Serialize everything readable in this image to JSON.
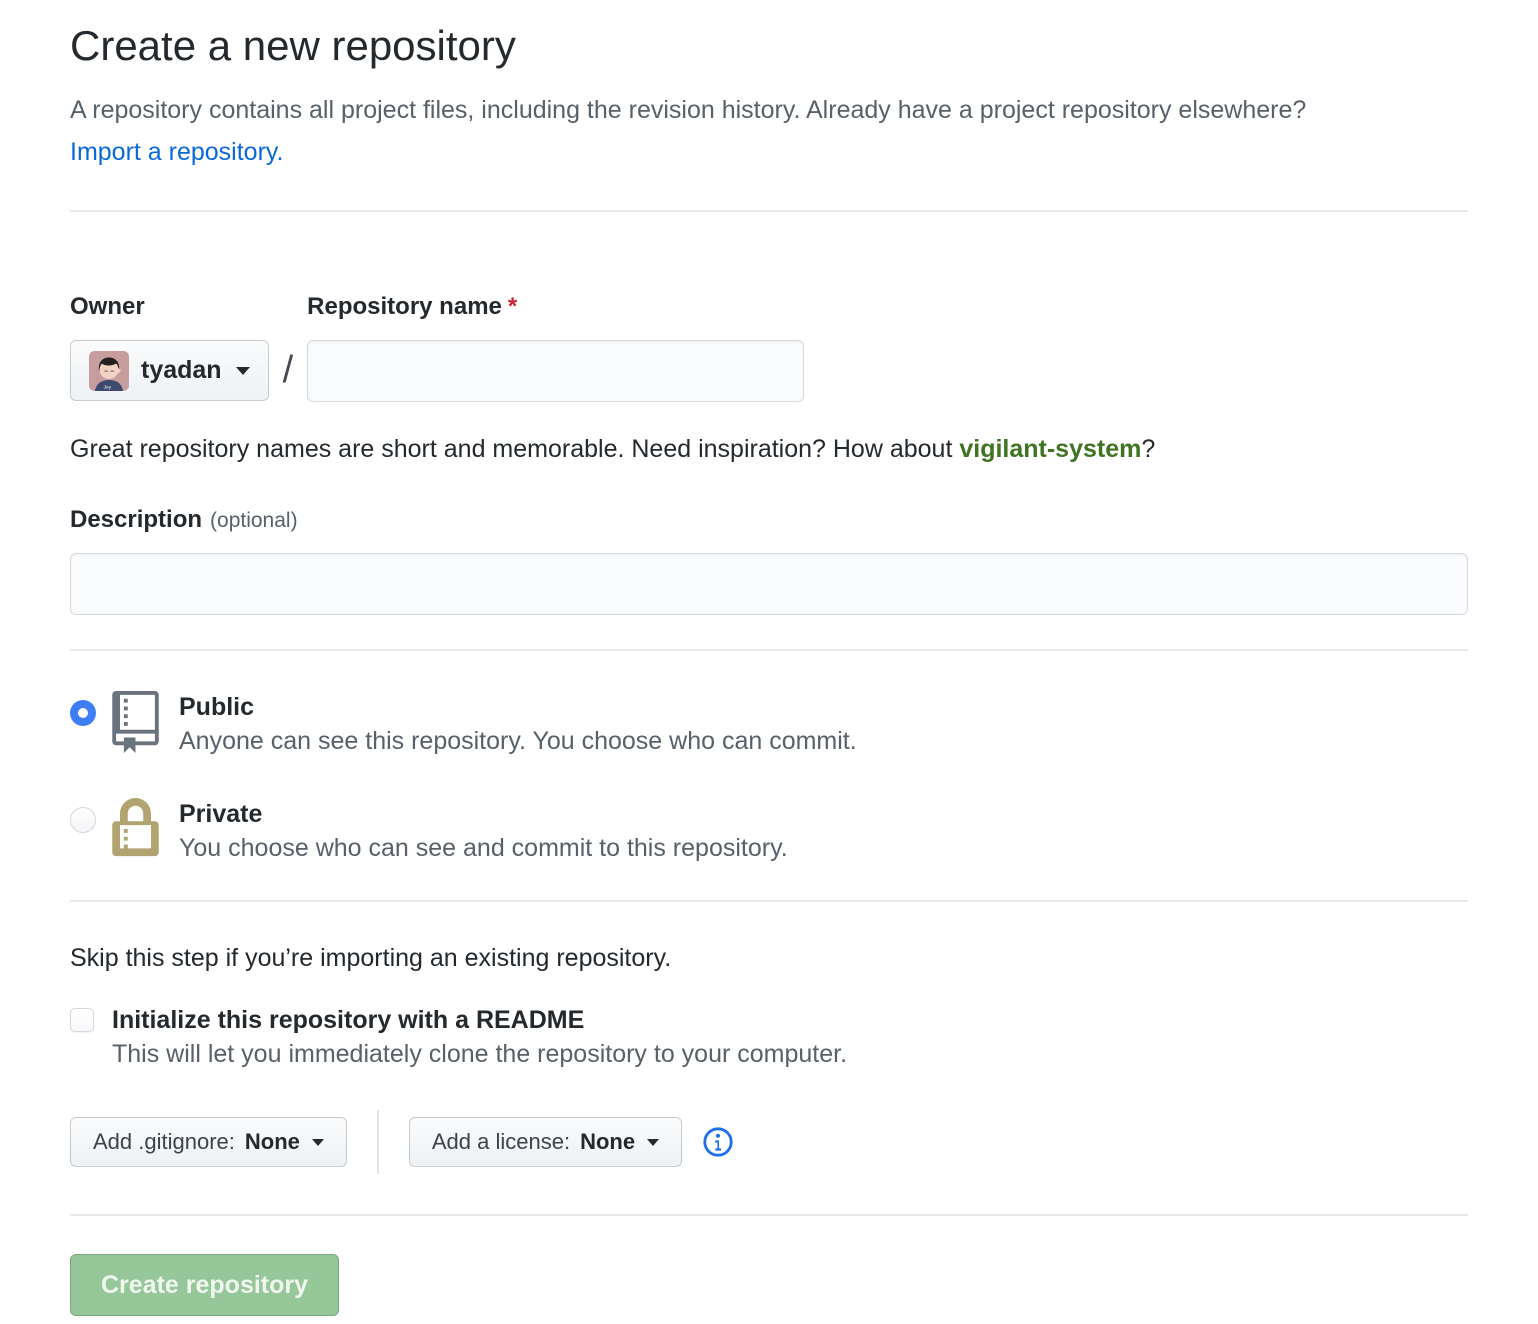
{
  "page": {
    "title": "Create a new repository",
    "subtitle": "A repository contains all project files, including the revision history. Already have a project repository elsewhere?",
    "import_link": "Import a repository."
  },
  "owner_section": {
    "owner_label": "Owner",
    "owner_name": "tyadan",
    "separator": "/",
    "repo_name_label": "Repository name",
    "required_marker": "*",
    "repo_name_value": "",
    "hint_prefix": "Great repository names are short and memorable. Need inspiration? How about ",
    "suggestion": "vigilant-system",
    "hint_suffix": "?"
  },
  "description_section": {
    "label": "Description",
    "optional": "(optional)",
    "value": ""
  },
  "visibility": {
    "options": [
      {
        "label": "Public",
        "description": "Anyone can see this repository. You choose who can commit.",
        "selected": true,
        "icon": "repo-icon"
      },
      {
        "label": "Private",
        "description": "You choose who can see and commit to this repository.",
        "selected": false,
        "icon": "lock-icon"
      }
    ]
  },
  "init_section": {
    "skip_note": "Skip this step if you’re importing an existing repository.",
    "readme_label": "Initialize this repository with a README",
    "readme_description": "This will let you immediately clone the repository to your computer.",
    "readme_checked": false,
    "gitignore_button": {
      "prefix": "Add .gitignore:",
      "value": "None"
    },
    "license_button": {
      "prefix": "Add a license:",
      "value": "None"
    }
  },
  "actions": {
    "create_label": "Create repository",
    "create_enabled": false
  },
  "colors": {
    "link_blue": "#0969da",
    "suggestion_green": "#3f7423",
    "required_red": "#cb2431",
    "radio_blue": "#3d7ef5",
    "repo_icon_gray": "#6a737d",
    "lock_icon_tan": "#b1a470",
    "disabled_button_green": "#95c798"
  }
}
